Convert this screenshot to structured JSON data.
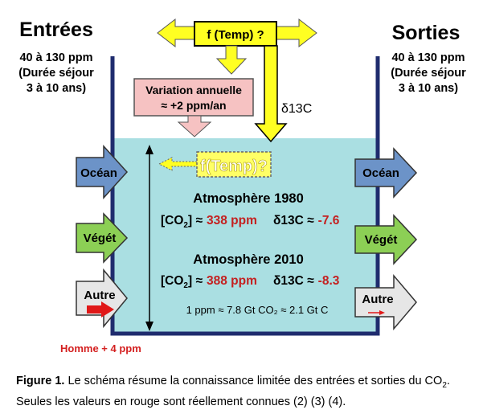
{
  "inputs": {
    "title": "Entrées",
    "range": "40 à 130 ppm",
    "residence_line1": "(Durée séjour",
    "residence_line2": "3 à 10 ans)"
  },
  "outputs": {
    "title": "Sorties",
    "range": "40 à 130 ppm",
    "residence_line1": "(Durée séjour",
    "residence_line2": "3 à 10 ans)"
  },
  "ftemp_top": "f (Temp) ?",
  "ftemp_inner": "f(Temp)?",
  "variation": {
    "line1": "Variation annuelle",
    "line2": "≈ +2 ppm/an"
  },
  "delta_label": "δ13C",
  "sources": {
    "ocean": "Océan",
    "veget": "Végét",
    "autre": "Autre"
  },
  "sinks": {
    "ocean": "Océan",
    "veget": "Végét",
    "autre": "Autre"
  },
  "atm1980": {
    "title": "Atmosphère 1980",
    "co2_prefix": "[CO",
    "co2_sub": "2",
    "co2_suffix": "] ≈",
    "co2_value": "338 ppm",
    "delta_prefix": "δ13C ≈",
    "delta_value": "-7.6"
  },
  "atm2010": {
    "title": "Atmosphère 2010",
    "co2_prefix": "[CO",
    "co2_sub": "2",
    "co2_suffix": "] ≈",
    "co2_value": "388 ppm",
    "delta_prefix": "δ13C ≈",
    "delta_value": "-8.3"
  },
  "conversion": "1 ppm ≈ 7.8 Gt CO₂  ≈ 2.1 Gt  C",
  "homme": "Homme + 4 ppm",
  "caption": {
    "label": "Figure 1.",
    "text1": " Le schéma résume la connaissance limitée des entrées et sorties du CO",
    "sub": "2",
    "text2": ". Seules les valeurs en rouge sont réellement connues (2) (3) (4)."
  },
  "colors": {
    "tank": "#aadfe2",
    "tank_wall": "#1f2c6e",
    "blue_arrow": "#6c93c8",
    "green_arrow": "#8ccf55",
    "grey_arrow": "#e6e6e6",
    "yellow": "#ffff22",
    "pink": "#f6c2c2",
    "red": "#d42020"
  }
}
